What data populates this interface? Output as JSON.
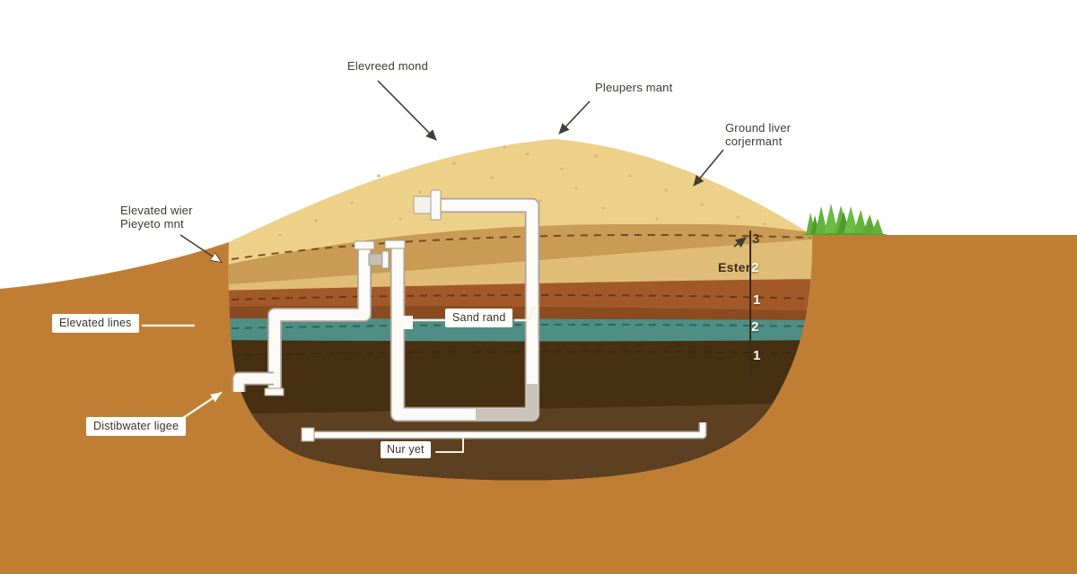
{
  "scene": {
    "annotations": {
      "elevated_mound": "Elevreed mond",
      "pleupers_mant": "Pleupers mant",
      "ground_cover": [
        "Ground liver",
        "corjermant"
      ],
      "elevated_wier": [
        "Elevated wier",
        "Pieyeto mnt"
      ],
      "elevated_lines": "Elevated lines",
      "distribution_line": "Distibwater ligee",
      "sand_band": "Sand rand",
      "nur_yet": "Nur yet"
    },
    "depth_scale": {
      "label": "Ester",
      "marks": [
        "3",
        "2",
        "1",
        "2",
        "1"
      ]
    },
    "colors": {
      "ground": "#c07e35",
      "sand_mound": "#eed189",
      "tan_layer": "#c99b54",
      "beige_layer": "#e0bd77",
      "red_brown_layer": "#a2592a",
      "dark_red_brown_layer": "#8a4b20",
      "teal_layer": "#4f8e85",
      "dark_brown_layer": "#463011",
      "medium_brown_layer": "#5c4021",
      "pipe_white": "#fbfaf7",
      "grass_green": "#63b23c"
    }
  }
}
